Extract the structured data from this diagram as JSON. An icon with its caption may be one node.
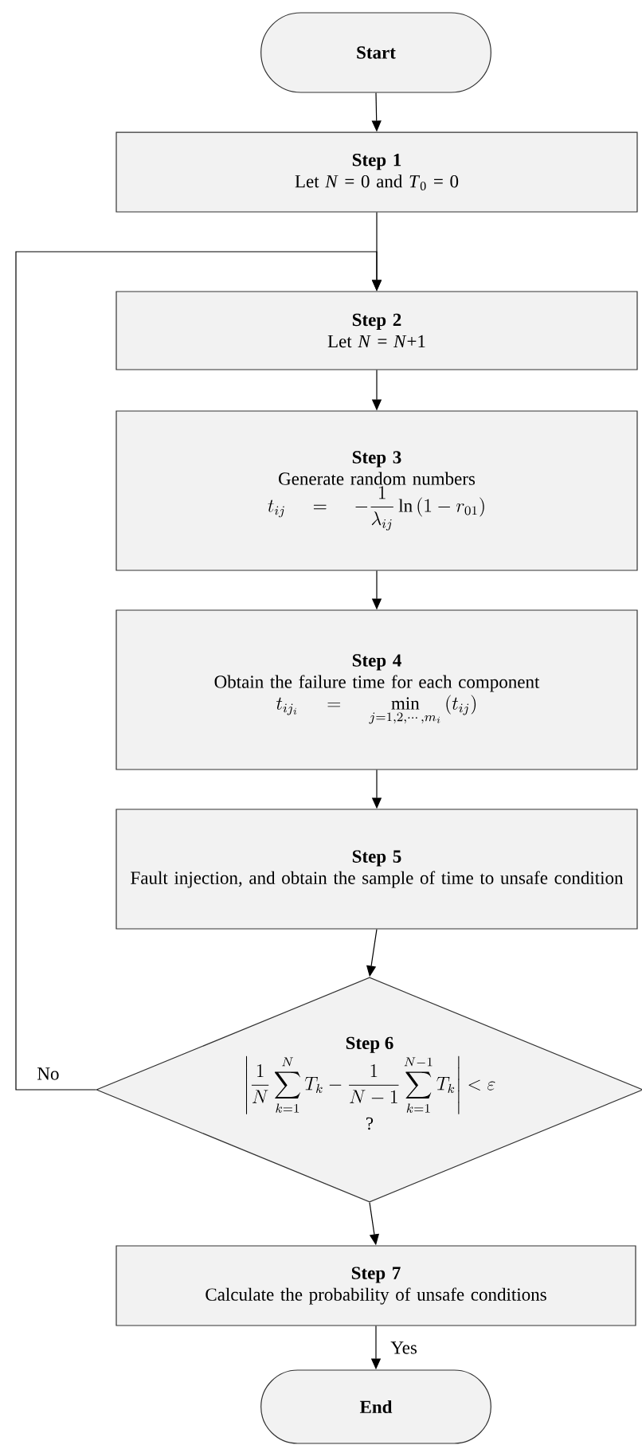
{
  "diagram": {
    "nodes": [
      {
        "text": [
          "Start"
        ]
      },
      {
        "text": [
          "Step 1",
          "Let *N* = 0 and *T*$_{0}$ = 0"
        ]
      },
      {
        "text": [
          "Step 2",
          "Let *N* = *N*+1"
        ]
      },
      {
        "text": [
          "Step 3",
          "Generate random numbers",
          "t_{ij}=-\\frac{1}{\\lambda_{ij}}\\ln\\left(1-r_{01}\\right)"
        ]
      },
      {
        "text": [
          "Step 4",
          "Obtain the failure time for each component",
          "t_{ij_i}=\\min_{j=1,2,\\cdots,m_i}\\left(t_{ij}\\right)"
        ]
      },
      {
        "text": [
          "Step 5",
          "Fault injection, and obtain the sample of time to unsafe condition"
        ]
      },
      {
        "text": [
          "Step 6",
          "\\left|\\frac{1}{N}\\sum_{k=1}^{N}T_k-\\frac{1}{N-1}\\sum_{k=1}^{N-1}T_k\\right|<\\varepsilon",
          "?"
        ]
      },
      {
        "text": [
          "Step 7",
          "Calculate the probability of unsafe conditions"
        ]
      },
      {
        "text": [
          "End"
        ]
      }
    ],
    "edges": [
      {
        "from": 0,
        "to": 1,
        "arrow": "to"
      },
      {
        "from": 1,
        "to": 2,
        "arrow": "to"
      },
      {
        "from": 2,
        "to": 3,
        "arrow": "to"
      },
      {
        "from": 3,
        "to": 4,
        "arrow": "to"
      },
      {
        "from": 4,
        "to": 5,
        "arrow": "to"
      },
      {
        "from": 5,
        "to": 6,
        "arrow": "to"
      },
      {
        "from": 6,
        "to": 7,
        "arrow": "to"
      },
      {
        "from": 7,
        "to": 8,
        "arrow": "to",
        "label": "Yes"
      },
      {
        "from": 6,
        "to": 2,
        "arrow": "to",
        "label": "No"
      }
    ]
  }
}
